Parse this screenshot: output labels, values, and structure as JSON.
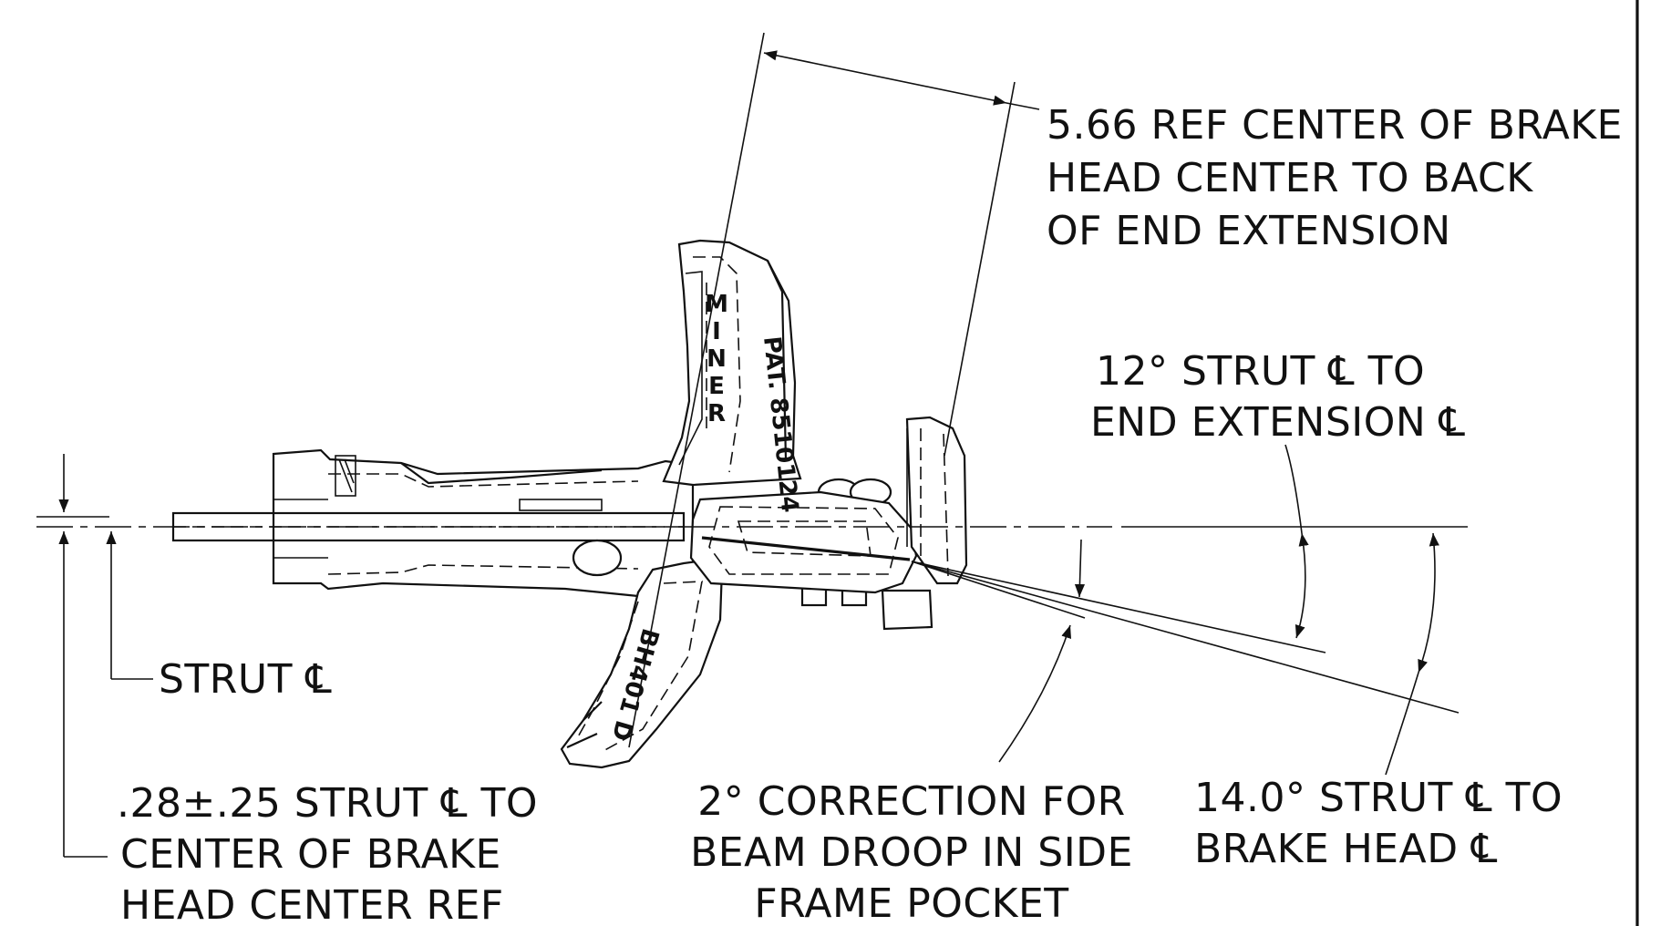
{
  "notes": {
    "ref_length_lines": [
      "5.66 REF CENTER OF BRAKE",
      "HEAD CENTER TO BACK",
      "OF END EXTENSION"
    ],
    "end_ext_angle_lines": [
      "12° STRUT ℄ TO",
      "END EXTENSION ℄"
    ],
    "strut_cl": "STRUT ℄",
    "offset_lines": [
      ".28±.25 STRUT ℄ TO",
      "CENTER OF BRAKE",
      "HEAD CENTER REF"
    ],
    "correction_lines": [
      "2° CORRECTION FOR",
      "BEAM DROOP IN SIDE",
      "FRAME POCKET"
    ],
    "brake_head_angle_lines": [
      "14.0° STRUT ℄ TO",
      "BRAKE HEAD ℄"
    ]
  },
  "part_markings": {
    "upper_head_letters": [
      "M",
      "I",
      "N",
      "E",
      "R"
    ],
    "patent": "PAT. 8510124",
    "lower_head": "BH401 D"
  }
}
